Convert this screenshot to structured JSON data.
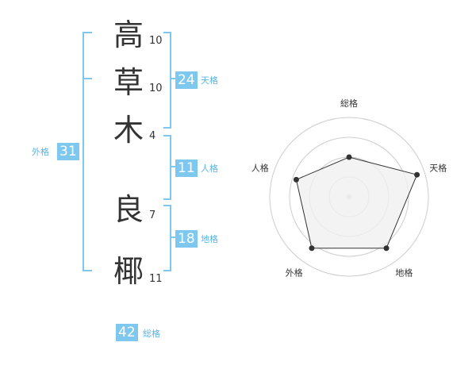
{
  "name": {
    "chars": [
      {
        "char": "高",
        "strokes": "10"
      },
      {
        "char": "草",
        "strokes": "10"
      },
      {
        "char": "木",
        "strokes": "4"
      },
      {
        "char": "良",
        "strokes": "7"
      },
      {
        "char": "椰",
        "strokes": "11"
      }
    ]
  },
  "kakusu": {
    "tenkaku": {
      "value": "24",
      "label": "天格"
    },
    "jinkaku": {
      "value": "11",
      "label": "人格"
    },
    "chikaku": {
      "value": "18",
      "label": "地格"
    },
    "gaikaku": {
      "value": "31",
      "label": "外格"
    },
    "soukaku": {
      "value": "42",
      "label": "総格"
    }
  },
  "chart_data": {
    "type": "radar",
    "axes": [
      "総格",
      "天格",
      "地格",
      "外格",
      "人格"
    ],
    "values": [
      2.5,
      4.5,
      4,
      4,
      3.5
    ],
    "max": 5,
    "rings": 4,
    "colors": {
      "line": "#333333",
      "fill": "#f0f0f0",
      "grid": "#cccccc",
      "center": "#cccccc",
      "accent": "#7ec8f0"
    }
  }
}
